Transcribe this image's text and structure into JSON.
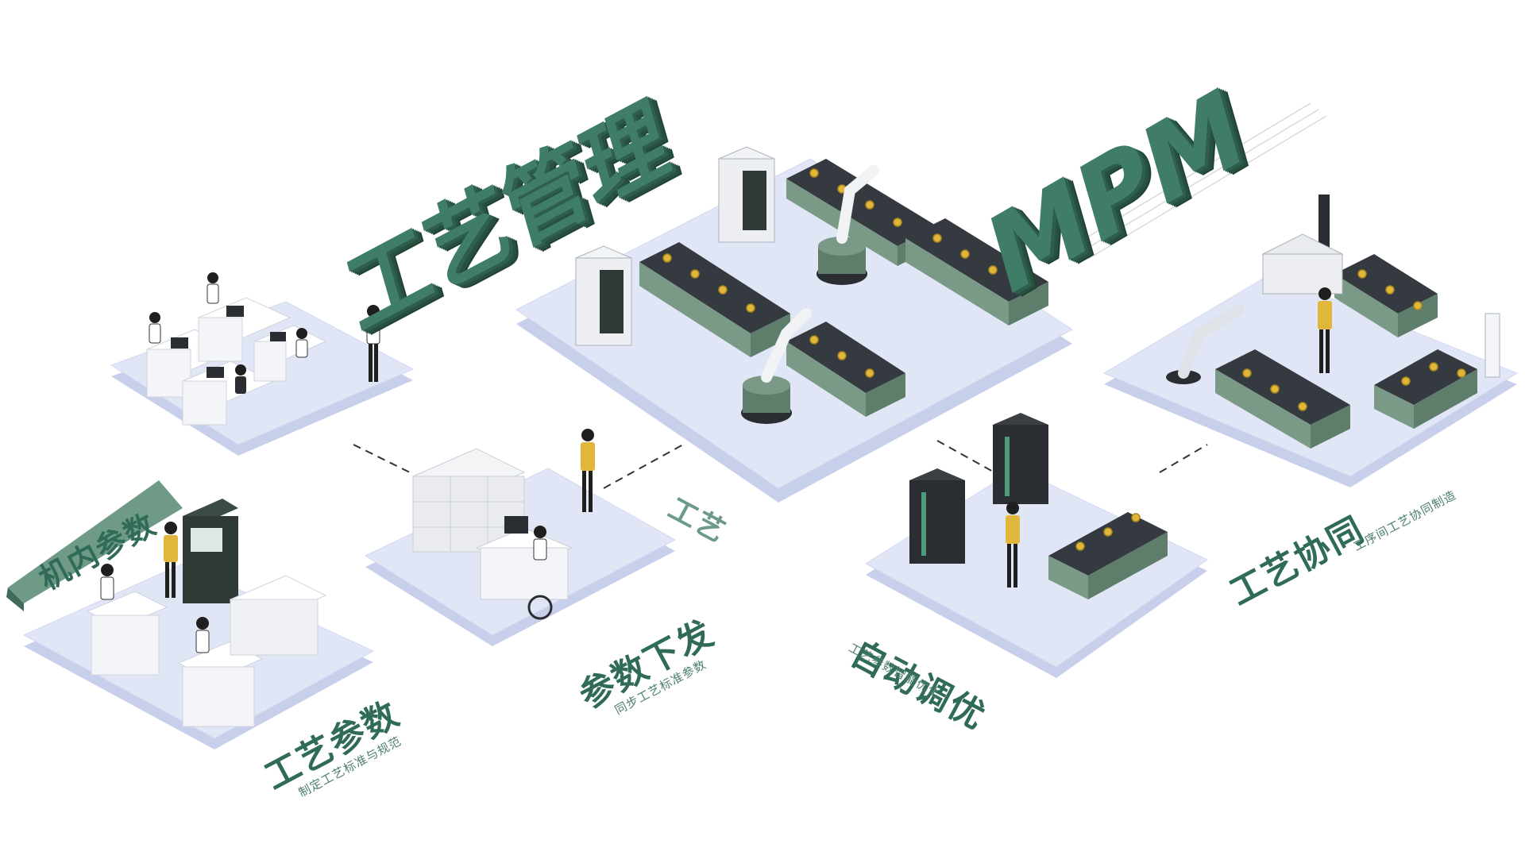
{
  "title": {
    "cn": "工艺管理",
    "en": "MPM"
  },
  "nodes": {
    "craft_params": {
      "label": "工艺参数",
      "sub": "制定工艺标准与规范"
    },
    "param_dispatch": {
      "label": "参数下发",
      "sub": "同步工艺标准参数"
    },
    "auto_tuning": {
      "label": "自动调优",
      "sub": "工艺参数智能优化"
    },
    "craft_collab": {
      "label": "工艺协同",
      "sub": "工序间工艺协同制造"
    },
    "machine_params": {
      "label": "机内参数"
    },
    "center": {
      "label": "工艺"
    }
  },
  "colors": {
    "platform": "#e1e6f7",
    "platform_side": "#c8cfea",
    "text_green": "#2f6b58",
    "machine_green": "#7a9a87",
    "belt_dark": "#343a3f",
    "worker_vest": "#e0b73a",
    "server_black": "#2a2e32"
  }
}
